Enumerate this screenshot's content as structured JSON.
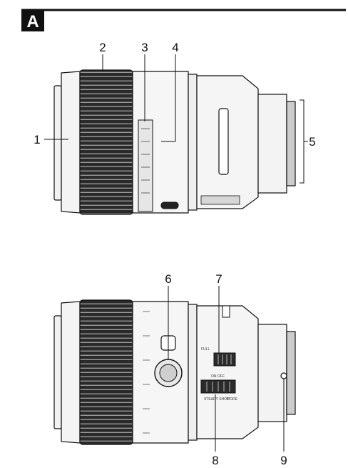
{
  "panel": {
    "letter": "A"
  },
  "callouts": {
    "c1": "1",
    "c2": "2",
    "c3": "3",
    "c4": "4",
    "c5": "5",
    "c6": "6",
    "c7": "7",
    "c8": "8",
    "c9": "9"
  },
  "switch_labels": {
    "full": "FULL",
    "on_off": "ON  OFF",
    "steady_shot": "STEADY SHOT",
    "mode": "MODE"
  }
}
